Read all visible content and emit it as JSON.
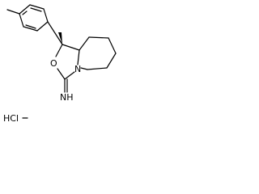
{
  "labels": {
    "oxygen": "O",
    "nitrogen": "N",
    "imine": "NH",
    "salt": "HCl"
  },
  "colors": {
    "bond": "#000000",
    "background": "#ffffff"
  }
}
